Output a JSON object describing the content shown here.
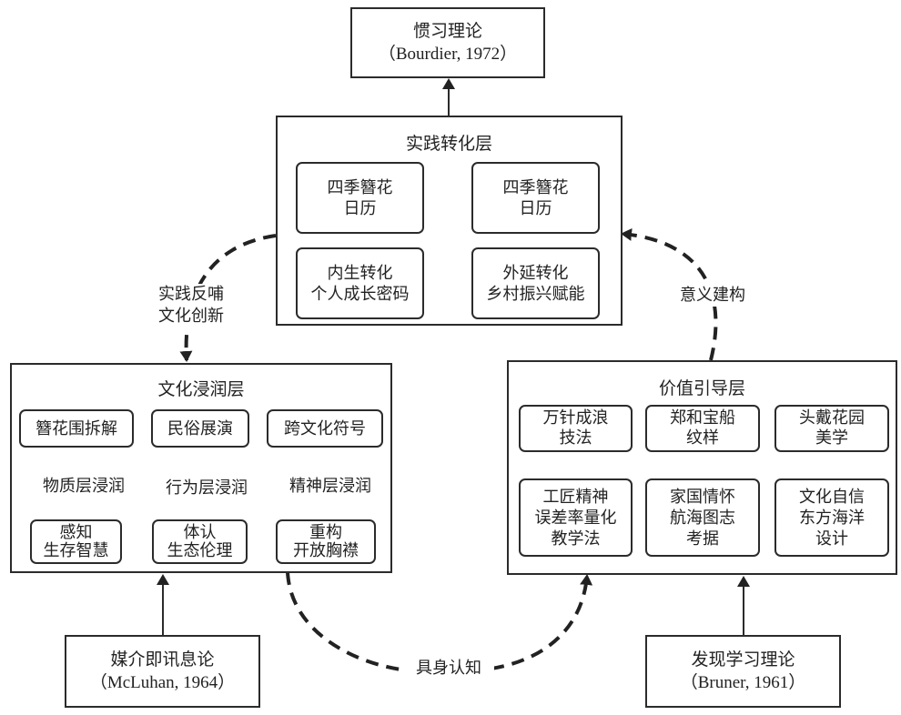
{
  "theories": {
    "top": {
      "name": "惯习理论",
      "citation": "（Bourdier, 1972）"
    },
    "bottom_left": {
      "name": "媒介即讯息论",
      "citation": "（McLuhan, 1964）"
    },
    "bottom_right": {
      "name": "发现学习理论",
      "citation": "（Bruner, 1961）"
    }
  },
  "practice_layer": {
    "title": "实践转化层",
    "left": {
      "source": [
        "四季簪花",
        "日历"
      ],
      "result": [
        "内生转化",
        "个人成长密码"
      ]
    },
    "right": {
      "source": [
        "四季簪花",
        "日历"
      ],
      "result": [
        "外延转化",
        "乡村振兴赋能"
      ]
    }
  },
  "culture_layer": {
    "title": "文化浸润层",
    "top_items": [
      "簪花围拆解",
      "民俗展演",
      "跨文化符号"
    ],
    "levels": [
      "物质层浸润",
      "行为层浸润",
      "精神层浸润"
    ],
    "bottom_items": [
      [
        "感知",
        "生存智慧"
      ],
      [
        "体认",
        "生态伦理"
      ],
      [
        "重构",
        "开放胸襟"
      ]
    ]
  },
  "value_layer": {
    "title": "价值引导层",
    "row1": [
      [
        "万针成浪",
        "技法"
      ],
      [
        "郑和宝船",
        "纹样"
      ],
      [
        "头戴花园",
        "美学"
      ]
    ],
    "row2": [
      [
        "工匠精神",
        "误差率量化",
        "教学法"
      ],
      [
        "家国情怀",
        "航海图志",
        "考据"
      ],
      [
        "文化自信",
        "东方海洋",
        "设计"
      ]
    ]
  },
  "flows": {
    "practice_to_culture": [
      "实践反哺",
      "文化创新"
    ],
    "value_to_practice": "意义建构",
    "culture_to_value": "具身认知"
  }
}
